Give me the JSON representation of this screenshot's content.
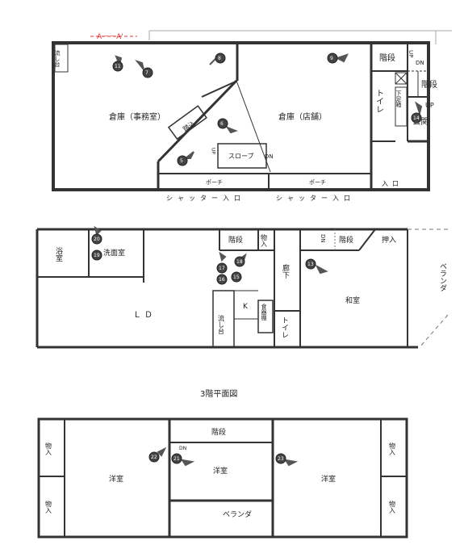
{
  "section_ref": "A－－A'",
  "floor1": {
    "rooms": {
      "nagashidai": "流し台",
      "warehouse_office": "倉庫（事務室）",
      "warehouse_shop": "倉庫（店舗）",
      "kaidan": "階段",
      "up_label": "UP",
      "dn_label": "DN",
      "kaidan2": "階段",
      "toilet": "トイレ",
      "getabako": "下足箱",
      "up2": "UP",
      "genkan": "玄関",
      "fumikomi": "踏込",
      "up3": "UP",
      "slope": "スロープ",
      "dn2": "DN",
      "porch1": "ポーチ",
      "porch2": "ポーチ",
      "entrance": "入口",
      "shutter1": "シャッター入口",
      "shutter2": "シャッター入口"
    },
    "markers": [
      "11",
      "8",
      "7",
      "9",
      "6",
      "5",
      "14"
    ]
  },
  "floor2": {
    "rooms": {
      "bath": "浴室",
      "washroom": "洗面室",
      "kaidan": "階段",
      "monoire": "物入",
      "dn": "DN",
      "kaidan2": "階段",
      "oshiire": "押入",
      "veranda": "ベランダ",
      "roka": "廊下",
      "washitsu": "和室",
      "ld": "ＬＤ",
      "k": "K",
      "nagashidai": "流し台",
      "shokkidana": "食器棚",
      "toilet": "トイレ"
    },
    "markers": [
      "20",
      "19",
      "17",
      "18",
      "16",
      "15",
      "13"
    ]
  },
  "floor3": {
    "title": "3階平面図",
    "rooms": {
      "monoire_tl": "物入",
      "monoire_bl": "物入",
      "yoshitsu_l": "洋室",
      "kaidan": "階段",
      "dn": "DN",
      "yoshitsu_c": "洋室",
      "veranda": "ベランダ",
      "yoshitsu_r": "洋室",
      "monoire_tr": "物入",
      "monoire_br": "物入"
    },
    "markers": [
      "22",
      "21",
      "23"
    ]
  }
}
